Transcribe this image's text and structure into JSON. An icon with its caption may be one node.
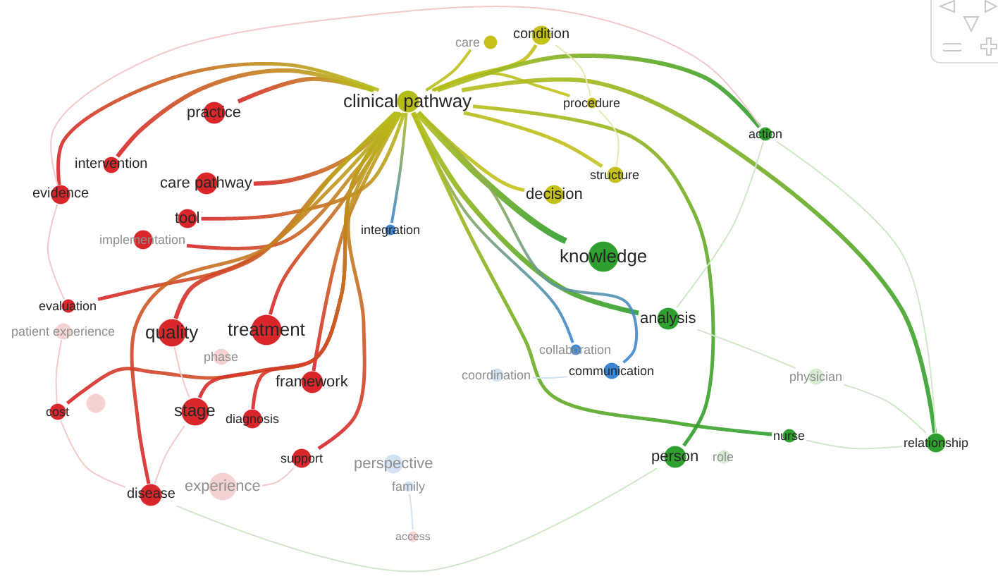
{
  "diagram": {
    "nodes": [
      {
        "text": [
          "condition"
        ]
      },
      {
        "text": [
          "care"
        ]
      },
      {
        "text": [
          "clinical pathway"
        ]
      },
      {
        "text": [
          "procedure"
        ]
      },
      {
        "text": [
          "practice"
        ]
      },
      {
        "text": [
          "action"
        ]
      },
      {
        "text": [
          "intervention"
        ]
      },
      {
        "text": [
          "structure"
        ]
      },
      {
        "text": [
          "care pathway"
        ]
      },
      {
        "text": [
          "evidence"
        ]
      },
      {
        "text": [
          "decision"
        ]
      },
      {
        "text": [
          "tool"
        ]
      },
      {
        "text": [
          "integration"
        ]
      },
      {
        "text": [
          "implementation"
        ]
      },
      {
        "text": [
          "knowledge"
        ]
      },
      {
        "text": [
          "evaluation"
        ]
      },
      {
        "text": [
          "analysis"
        ]
      },
      {
        "text": [
          "treatment"
        ]
      },
      {
        "text": [
          "patient experience"
        ]
      },
      {
        "text": [
          "quality"
        ]
      },
      {
        "text": [
          "collaboration"
        ]
      },
      {
        "text": [
          "phase"
        ]
      },
      {
        "text": [
          "communication"
        ]
      },
      {
        "text": [
          "coordination"
        ]
      },
      {
        "text": [
          "physician"
        ]
      },
      {
        "text": [
          "framework"
        ]
      },
      {
        "text": [],
        "shape": "circle"
      },
      {
        "text": [
          "cost"
        ]
      },
      {
        "text": [
          "stage"
        ]
      },
      {
        "text": [
          "diagnosis"
        ]
      },
      {
        "text": [
          "nurse"
        ]
      },
      {
        "text": [
          "relationship"
        ]
      },
      {
        "text": [
          "person"
        ]
      },
      {
        "text": [
          "role"
        ]
      },
      {
        "text": [
          "support"
        ]
      },
      {
        "text": [
          "perspective"
        ]
      },
      {
        "text": [
          "family"
        ]
      },
      {
        "text": [
          "experience"
        ]
      },
      {
        "text": [
          "disease"
        ]
      },
      {
        "text": [
          "access"
        ]
      }
    ],
    "edges": [
      {
        "from": 2,
        "to": 0,
        "arrow": "none"
      },
      {
        "from": 2,
        "to": 1,
        "arrow": "none"
      },
      {
        "from": 2,
        "to": 3,
        "arrow": "none"
      },
      {
        "from": 2,
        "to": 4,
        "arrow": "none"
      },
      {
        "from": 2,
        "to": 5,
        "arrow": "none"
      },
      {
        "from": 2,
        "to": 6,
        "arrow": "none"
      },
      {
        "from": 2,
        "to": 7,
        "arrow": "none"
      },
      {
        "from": 2,
        "to": 8,
        "arrow": "none"
      },
      {
        "from": 2,
        "to": 9,
        "arrow": "none"
      },
      {
        "from": 2,
        "to": 10,
        "arrow": "none"
      },
      {
        "from": 2,
        "to": 11,
        "arrow": "none"
      },
      {
        "from": 2,
        "to": 12,
        "arrow": "none"
      },
      {
        "from": 2,
        "to": 13,
        "arrow": "none"
      },
      {
        "from": 2,
        "to": 14,
        "arrow": "none"
      },
      {
        "from": 2,
        "to": 15,
        "arrow": "none"
      },
      {
        "from": 2,
        "to": 16,
        "arrow": "none"
      },
      {
        "from": 2,
        "to": 17,
        "arrow": "none"
      },
      {
        "from": 2,
        "to": 19,
        "arrow": "none"
      },
      {
        "from": 2,
        "to": 20,
        "arrow": "none"
      },
      {
        "from": 2,
        "to": 22,
        "arrow": "none"
      },
      {
        "from": 2,
        "to": 25,
        "arrow": "none"
      },
      {
        "from": 2,
        "to": 27,
        "arrow": "none"
      },
      {
        "from": 2,
        "to": 28,
        "arrow": "none"
      },
      {
        "from": 2,
        "to": 29,
        "arrow": "none"
      },
      {
        "from": 2,
        "to": 30,
        "arrow": "none"
      },
      {
        "from": 2,
        "to": 31,
        "arrow": "none"
      },
      {
        "from": 2,
        "to": 32,
        "arrow": "none"
      },
      {
        "from": 2,
        "to": 34,
        "arrow": "none"
      },
      {
        "from": 2,
        "to": 38,
        "arrow": "none"
      },
      {
        "from": 9,
        "to": 15,
        "arrow": "none",
        "color": "#f3c9c9"
      },
      {
        "from": 18,
        "to": 27,
        "arrow": "none",
        "color": "#f3c9c9"
      },
      {
        "from": 27,
        "to": 38,
        "arrow": "none",
        "color": "#f3c9c9"
      },
      {
        "from": 19,
        "to": 28,
        "arrow": "none",
        "color": "#f3c9c9"
      },
      {
        "from": 28,
        "to": 38,
        "arrow": "none",
        "color": "#f3c9c9"
      },
      {
        "from": 37,
        "to": 34,
        "arrow": "none",
        "color": "#f3c9c9"
      },
      {
        "from": 36,
        "to": 39,
        "arrow": "none",
        "color": "#d3e2f2"
      },
      {
        "from": 0,
        "to": 3,
        "arrow": "none",
        "color": "#e9e7b5"
      },
      {
        "from": 3,
        "to": 7,
        "arrow": "none",
        "color": "#e9e7b5"
      },
      {
        "from": 5,
        "to": 16,
        "arrow": "none",
        "color": "#cfe8c9"
      },
      {
        "from": 16,
        "to": 24,
        "arrow": "none",
        "color": "#cfe8c9"
      },
      {
        "from": 24,
        "to": 31,
        "arrow": "none",
        "color": "#cfe8c9"
      },
      {
        "from": 30,
        "to": 31,
        "arrow": "none",
        "color": "#cfe8c9"
      },
      {
        "from": 5,
        "to": 31,
        "arrow": "none",
        "color": "#cfe8c9"
      },
      {
        "from": 22,
        "to": 23,
        "arrow": "none",
        "color": "#d3e2f2"
      },
      {
        "from": 32,
        "to": 38,
        "arrow": "none",
        "color": "#cfe8c9"
      },
      {
        "from": 9,
        "to": 5,
        "arrow": "none",
        "color": "#f3c9c9"
      }
    ]
  }
}
